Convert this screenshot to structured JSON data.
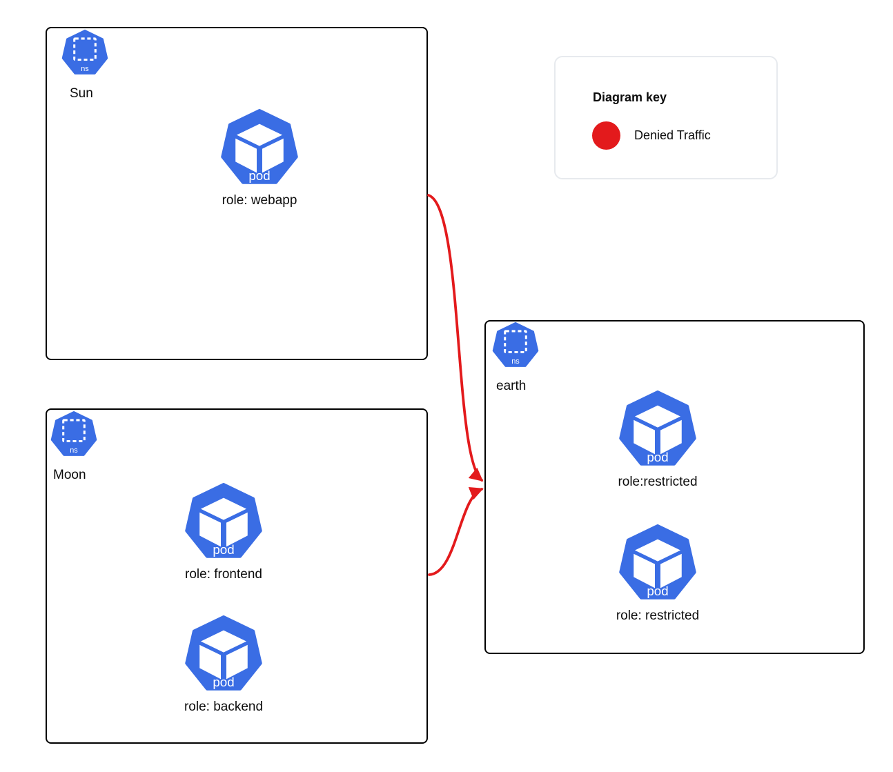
{
  "diagram": {
    "type": "kubernetes-network-policy-diagram",
    "background": "#ffffff"
  },
  "colors": {
    "kubernetes_blue": "#3a6de4",
    "denied_red": "#e31a1c",
    "namespace_border": "#000000",
    "legend_border": "#e7eaee",
    "text": "#0c0c0c"
  },
  "legend": {
    "title": "Diagram key",
    "items": [
      {
        "label": "Denied Traffic",
        "swatch": "red-circle",
        "color": "#e31a1c"
      }
    ]
  },
  "namespaces": [
    {
      "label": "Sun",
      "icon_label": "ns",
      "pods": [
        {
          "icon_label": "pod",
          "label": "role: webapp"
        }
      ]
    },
    {
      "label": "Moon",
      "icon_label": "ns",
      "pods": [
        {
          "icon_label": "pod",
          "label": "role: frontend"
        },
        {
          "icon_label": "pod",
          "label": "role: backend"
        }
      ]
    },
    {
      "label": "earth",
      "icon_label": "ns",
      "pods": [
        {
          "icon_label": "pod",
          "label": "role:restricted"
        },
        {
          "icon_label": "pod",
          "label": "role: restricted"
        }
      ]
    }
  ],
  "edges": [
    {
      "from": "Sun",
      "to": "earth",
      "type": "Denied Traffic",
      "color": "#e31a1c"
    },
    {
      "from": "Moon",
      "to": "earth",
      "type": "Denied Traffic",
      "color": "#e31a1c"
    }
  ]
}
